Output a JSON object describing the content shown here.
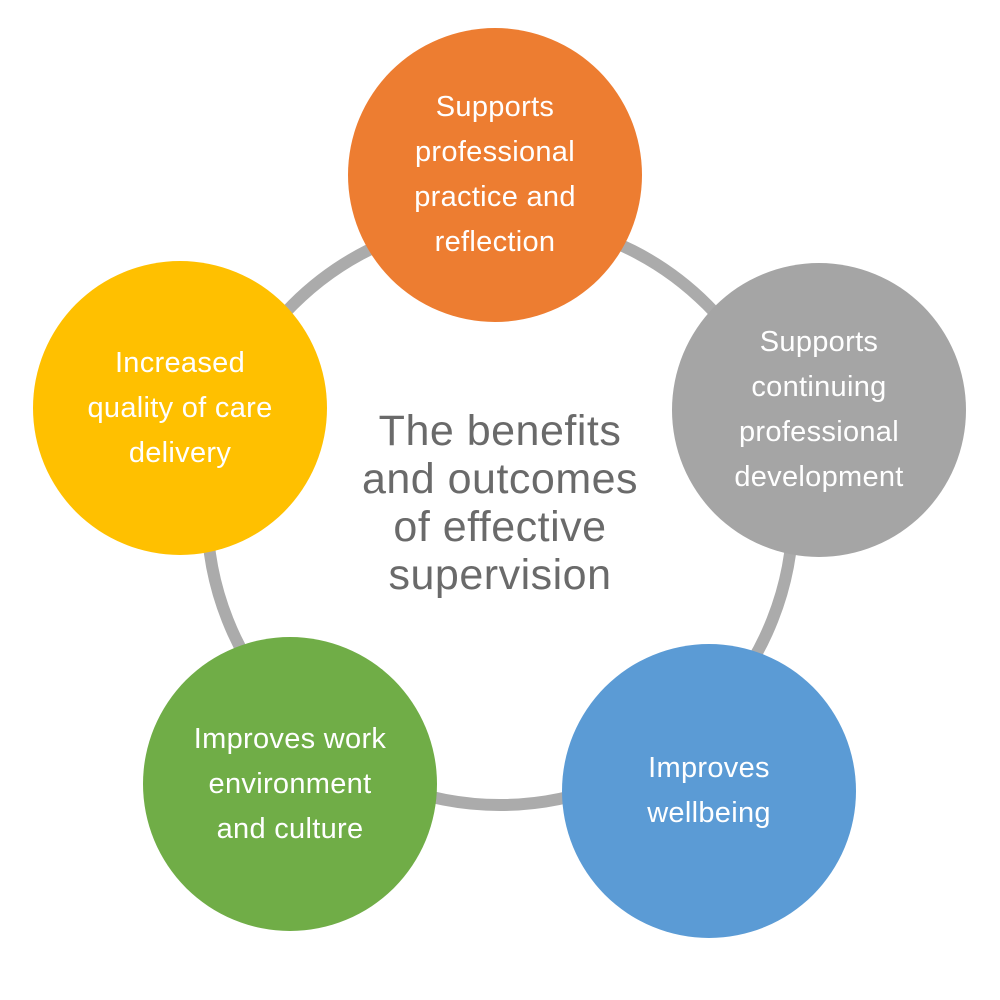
{
  "title": {
    "lines": [
      "The benefits",
      "and outcomes",
      "of effective",
      "supervision"
    ],
    "color": "#6A6A6A"
  },
  "ring": {
    "color": "#ABABAB"
  },
  "circles": [
    {
      "name": "supports-professional-practice",
      "lines": [
        "Supports",
        "professional",
        "practice and",
        "reflection"
      ],
      "color": "#ED7D31",
      "text_color": "#FFFFFF"
    },
    {
      "name": "supports-continuing-professional-development",
      "lines": [
        "Supports",
        "continuing",
        "professional",
        "development"
      ],
      "color": "#A5A5A5",
      "text_color": "#FFFFFF"
    },
    {
      "name": "improves-wellbeing",
      "lines": [
        "Improves",
        "wellbeing"
      ],
      "color": "#5B9BD5",
      "text_color": "#FFFFFF"
    },
    {
      "name": "improves-work-environment-and-culture",
      "lines": [
        "Improves work",
        "environment",
        "and culture"
      ],
      "color": "#70AD47",
      "text_color": "#FFFFFF"
    },
    {
      "name": "increased-quality-of-care-delivery",
      "lines": [
        "Increased",
        "quality of care",
        "delivery"
      ],
      "color": "#FFC000",
      "text_color": "#FFFFFF"
    }
  ]
}
